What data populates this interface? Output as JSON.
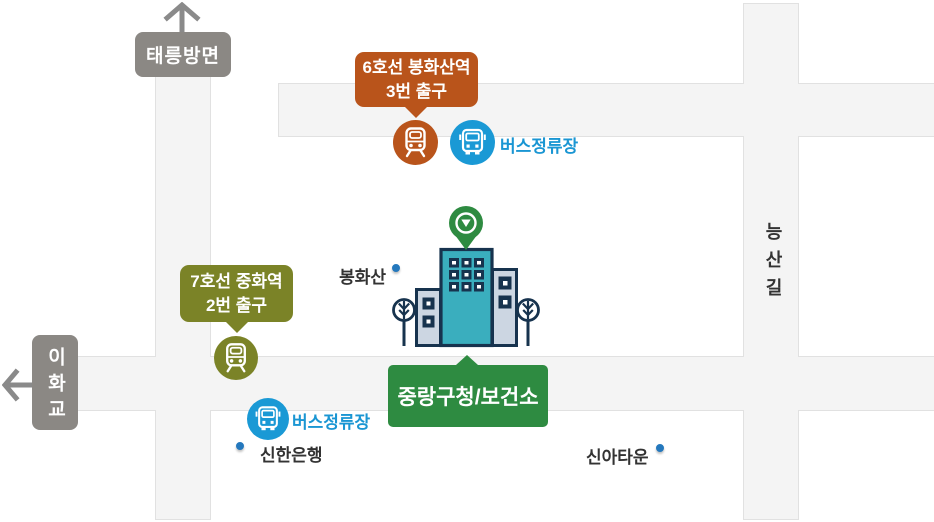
{
  "signs": {
    "taereung": "태릉방면",
    "ihwagyo": "이화교"
  },
  "roads": {
    "neungsangil": "능산길"
  },
  "callouts": {
    "line6": {
      "line1": "6호선 봉화산역",
      "line2": "3번 출구"
    },
    "line7": {
      "line1": "7호선 중화역",
      "line2": "2번 출구"
    }
  },
  "destination": {
    "label": "중랑구청/보건소"
  },
  "pois": {
    "bus_stop_top": "버스정류장",
    "bus_stop_bottom": "버스정류장",
    "bonghwasan": "봉화산",
    "shinhan_bank": "신한은행",
    "shina_town": "신아타운"
  },
  "colors": {
    "orange": "#b9541b",
    "olive": "#7b8327",
    "green": "#2e8b41",
    "bus_blue": "#1a99d5",
    "label_blue": "#1a96d3",
    "ring_blue": "#2478bd",
    "sign_gray": "#8b8884",
    "road_fill": "#f4f4f4",
    "road_border": "#e1e1e1",
    "building_navy": "#17334e",
    "building_teal": "#3aaebe",
    "building_light": "#ccd6e2"
  }
}
